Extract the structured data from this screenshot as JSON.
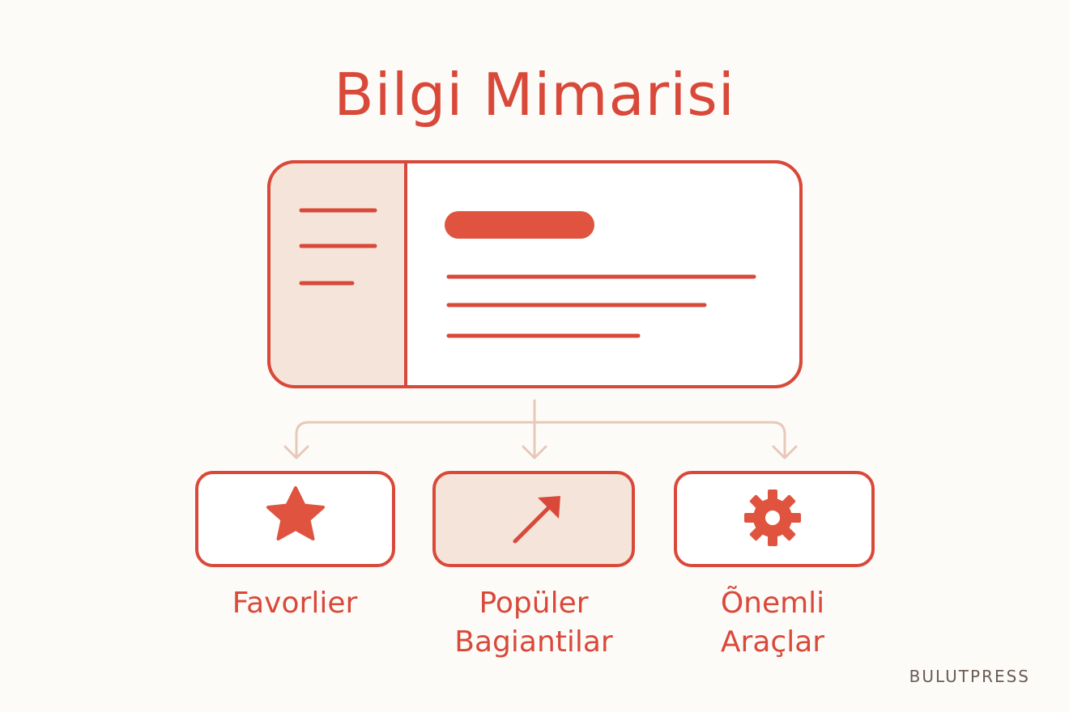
{
  "title": "Bilgi Mimarisi",
  "colors": {
    "accent": "#d9493a",
    "soft_fill": "#f5e4da",
    "connector": "#e8c8b8",
    "background": "#fdfbf8"
  },
  "boxes": [
    {
      "icon": "star-icon",
      "label_lines": [
        "Favorlier"
      ],
      "highlighted": false
    },
    {
      "icon": "arrow-up-right-icon",
      "label_lines": [
        "Popüler",
        "Bagiantilar"
      ],
      "highlighted": true
    },
    {
      "icon": "gear-icon",
      "label_lines": [
        "Õnemli",
        "Araçlar"
      ],
      "highlighted": false
    }
  ],
  "brand": "BULUTPRESS"
}
